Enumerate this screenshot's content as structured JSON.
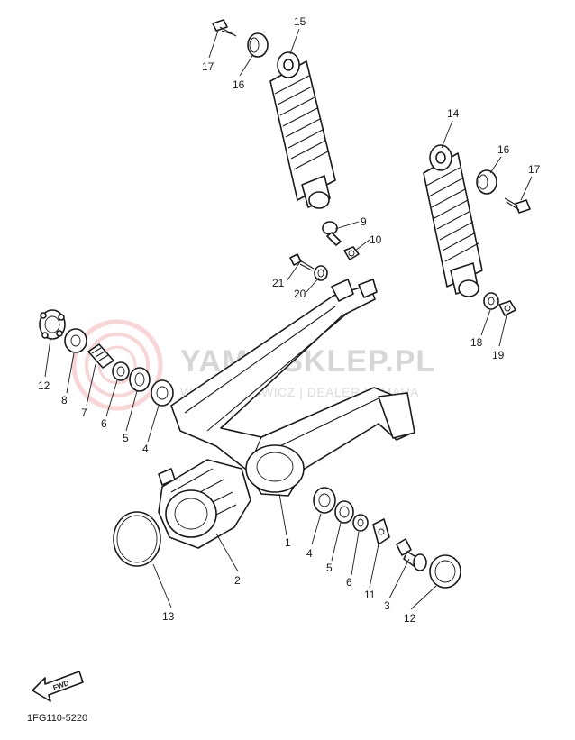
{
  "watermark": {
    "main": "YAMA-SKLEP.PL",
    "sub": "WOJCIECHOWICZ | DEALER YAMAHA"
  },
  "diagram_code": "1FG110-5220",
  "fwd_label": "FWD",
  "callouts": [
    {
      "id": "c15",
      "text": "15"
    },
    {
      "id": "c17a",
      "text": "17"
    },
    {
      "id": "c16a",
      "text": "16"
    },
    {
      "id": "c14",
      "text": "14"
    },
    {
      "id": "c16b",
      "text": "16"
    },
    {
      "id": "c17b",
      "text": "17"
    },
    {
      "id": "c9",
      "text": "9"
    },
    {
      "id": "c10",
      "text": "10"
    },
    {
      "id": "c21",
      "text": "21"
    },
    {
      "id": "c20",
      "text": "20"
    },
    {
      "id": "c18",
      "text": "18"
    },
    {
      "id": "c19",
      "text": "19"
    },
    {
      "id": "c12a",
      "text": "12"
    },
    {
      "id": "c8",
      "text": "8"
    },
    {
      "id": "c7",
      "text": "7"
    },
    {
      "id": "c6a",
      "text": "6"
    },
    {
      "id": "c5a",
      "text": "5"
    },
    {
      "id": "c4a",
      "text": "4"
    },
    {
      "id": "c1",
      "text": "1"
    },
    {
      "id": "c4b",
      "text": "4"
    },
    {
      "id": "c5b",
      "text": "5"
    },
    {
      "id": "c6b",
      "text": "6"
    },
    {
      "id": "c11",
      "text": "11"
    },
    {
      "id": "c3",
      "text": "3"
    },
    {
      "id": "c12b",
      "text": "12"
    },
    {
      "id": "c2",
      "text": "2"
    },
    {
      "id": "c13",
      "text": "13"
    }
  ]
}
